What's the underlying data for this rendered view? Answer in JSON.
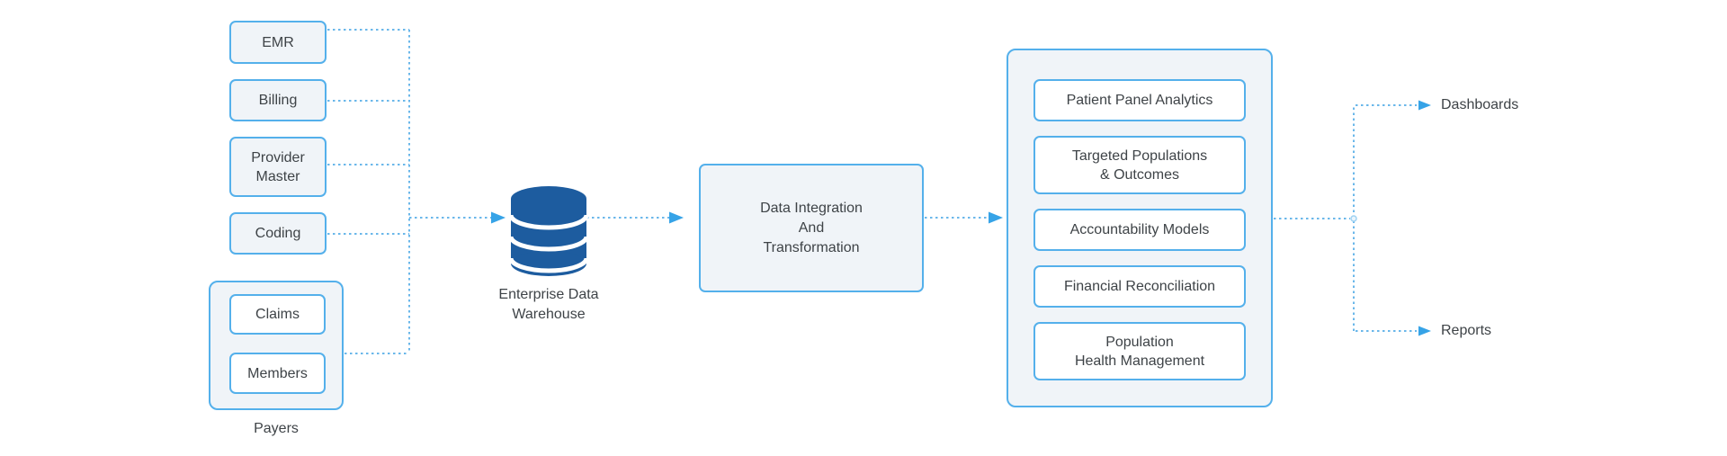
{
  "colors": {
    "accent_border": "#54b0eb",
    "connector_line": "#6ab7ea",
    "arrow": "#36a3e7",
    "box_fill": "#f0f4f8",
    "inner_box_fill": "#ffffff",
    "database_icon_blue": "#1d5c9f",
    "text": "#3e4347",
    "background": "#ffffff"
  },
  "sources": [
    {
      "label": "EMR"
    },
    {
      "label": "Billing"
    },
    {
      "label": "Provider\nMaster"
    },
    {
      "label": "Coding"
    }
  ],
  "payers": {
    "group_label": "Payers",
    "items": [
      {
        "label": "Claims"
      },
      {
        "label": "Members"
      }
    ]
  },
  "warehouse": {
    "icon": "database-icon",
    "label": "Enterprise Data\nWarehouse"
  },
  "integration": {
    "label": "Data Integration\nAnd\nTransformation"
  },
  "analytics": {
    "items": [
      {
        "label": "Patient Panel Analytics"
      },
      {
        "label": "Targeted Populations\n& Outcomes"
      },
      {
        "label": "Accountability Models"
      },
      {
        "label": "Financial Reconciliation"
      },
      {
        "label": "Population\nHealth Management"
      }
    ]
  },
  "outputs": [
    {
      "label": "Dashboards"
    },
    {
      "label": "Reports"
    }
  ]
}
